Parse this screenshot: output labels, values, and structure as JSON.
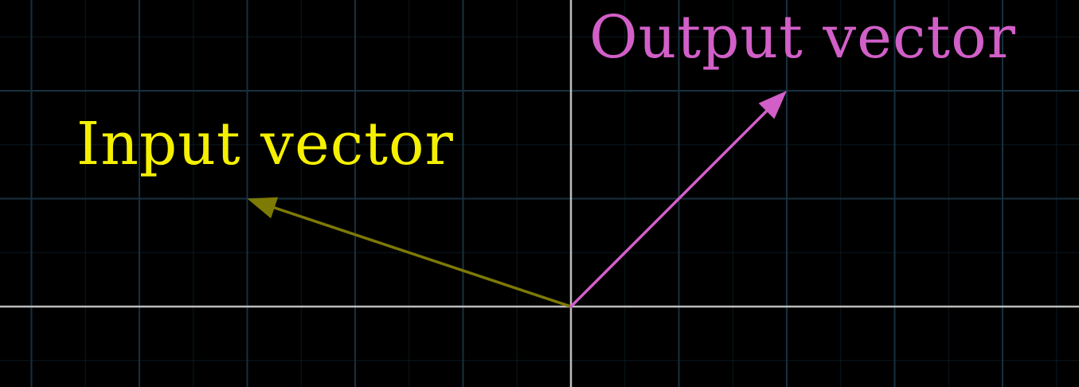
{
  "input_vector": {
    "label": "Input vector",
    "color": "#f5f000",
    "arrow_color": "#7d7a05",
    "coords": [
      -3,
      1
    ]
  },
  "output_vector": {
    "label": "Output vector",
    "color": "#d25fc8",
    "arrow_color": "#d25fc8",
    "coords": [
      2,
      2
    ]
  },
  "grid": {
    "line_color": "#17303f",
    "minor_line_color": "#0b1820",
    "axis_color": "#bdbdbd",
    "background": "#000000"
  }
}
